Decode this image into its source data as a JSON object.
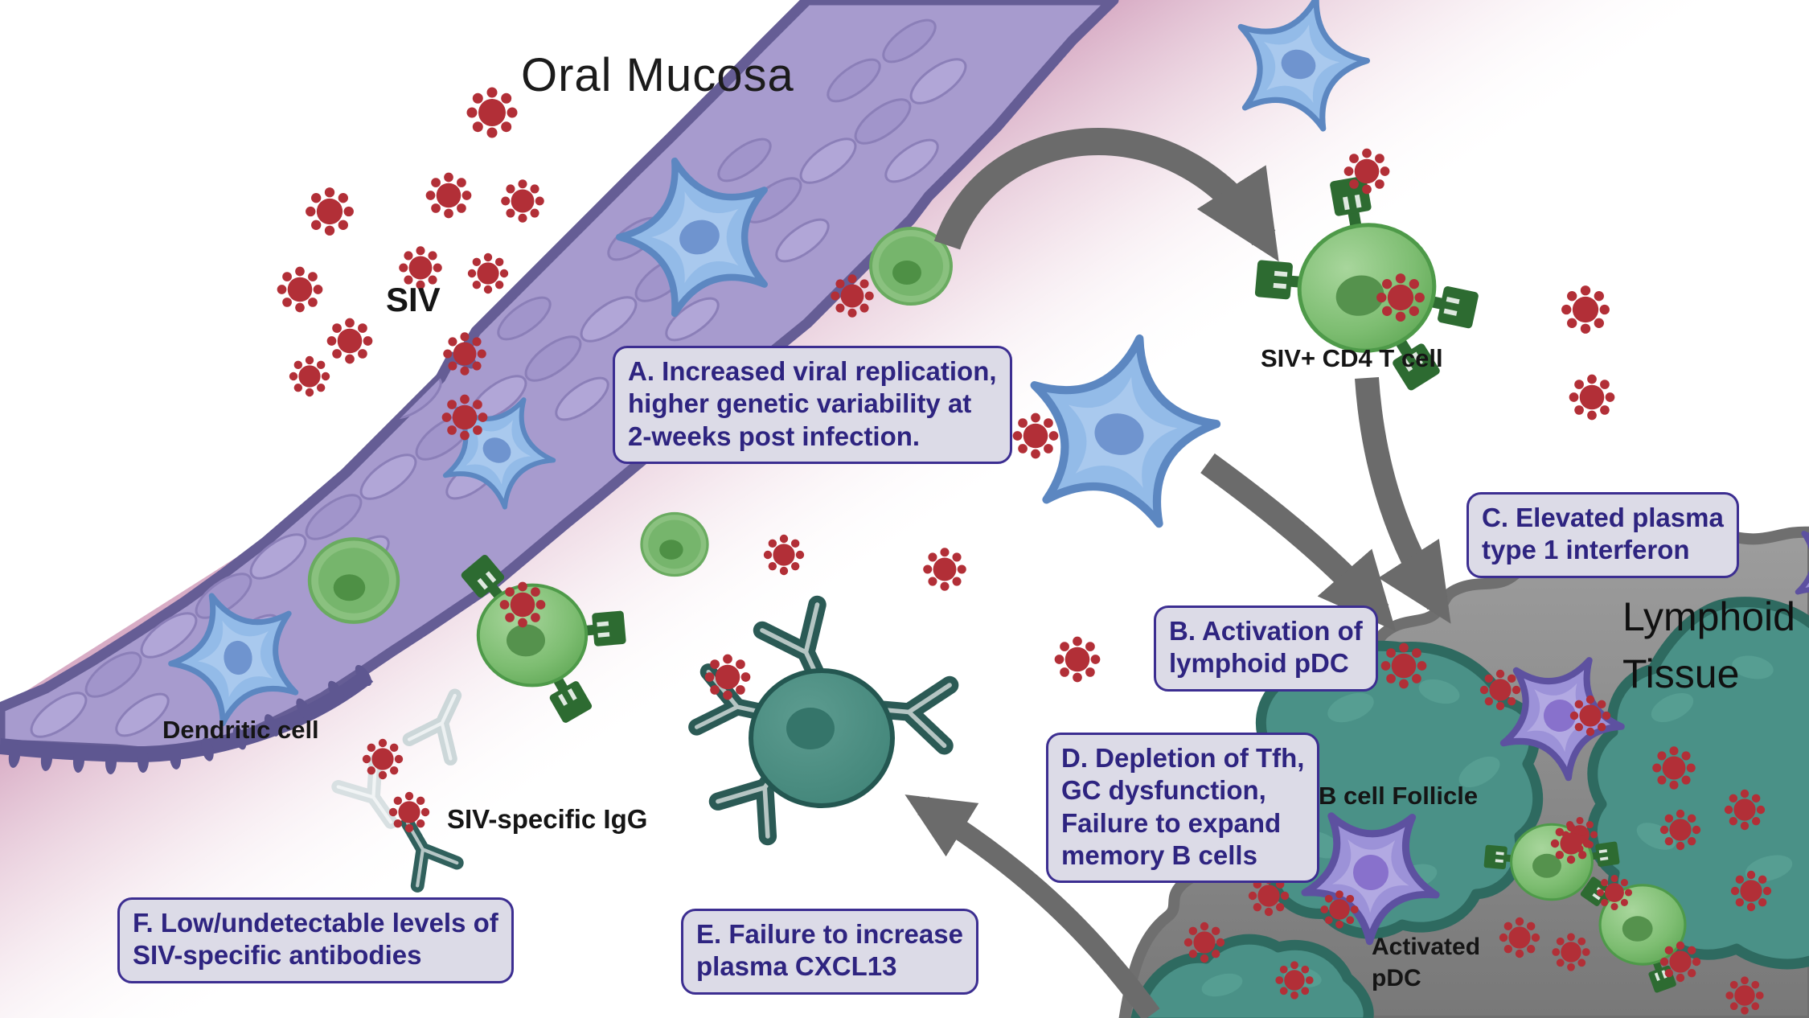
{
  "title": "Oral Mucosa",
  "labels": {
    "siv": "SIV",
    "dendritic_cell": "Dendritic cell",
    "siv_specific_igg": "SIV-specific IgG",
    "siv_cd4_t_cell": "SIV+ CD4 T cell",
    "lymphoid_tissue": "Lymphoid\nTissue",
    "b_cell_follicle": "B cell Follicle",
    "activated_pdc": "Activated\npDC"
  },
  "callouts": {
    "a": "A. Increased viral replication,\nhigher genetic variability at\n2-weeks post infection.",
    "b": "B. Activation of\nlymphoid pDC",
    "c": "C. Elevated plasma\ntype 1 interferon",
    "d": "D. Depletion of Tfh,\nGC dysfunction,\nFailure to expand\nmemory B cells",
    "e": "E. Failure to increase\nplasma CXCL13",
    "f": "F. Low/undetectable levels of\nSIV-specific antibodies"
  },
  "colors": {
    "virus_red": "#b22f37",
    "mucosa_purple": "#a79bce",
    "mucosa_rim": "#655d95",
    "pink_tissue": "#d6a8c2",
    "dendritic_blue": "#93bbe8",
    "t_cell_green": "#6cb262",
    "receptor_green": "#2d6b31",
    "plasma_cell_teal": "#3d8175",
    "antibody_teal": "#2b5a55",
    "igg_light": "#c9d4d6",
    "lymphoid_grey": "#8c8c8c",
    "follicle_teal": "#4a9187",
    "pdc_purple": "#9c92d8",
    "arrow_grey": "#6b6b6b",
    "callout_bg": "#dcdbe7",
    "callout_border": "#3c2e91",
    "callout_text": "#2e2480"
  },
  "icons": {
    "siv_virion": "red 8-knob virion",
    "dendritic_cell": "blue star-shaped cell",
    "cd4_t_cell": "green cell with dark-green receptors",
    "plasma_b_cell": "teal cell secreting antibodies",
    "antibody": "Y-shaped immunoglobulin",
    "pdc": "purple star-shaped plasmacytoid dendritic cell",
    "b_cell_follicle": "teal textured blob",
    "arrow": "thick grey curved arrow"
  }
}
